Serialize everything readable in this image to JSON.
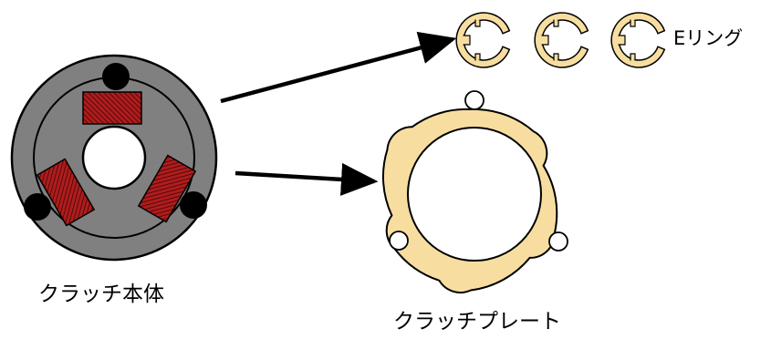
{
  "labels": {
    "clutch_body": "クラッチ本体",
    "clutch_plate": "クラッチプレート",
    "e_ring": "Eリング"
  },
  "colors": {
    "clutch_body_fill": "#808080",
    "clutch_shoe_fill": "#8b1a1a",
    "part_fill": "#f7dea0",
    "outline": "#000000"
  },
  "e_ring_count": 3
}
